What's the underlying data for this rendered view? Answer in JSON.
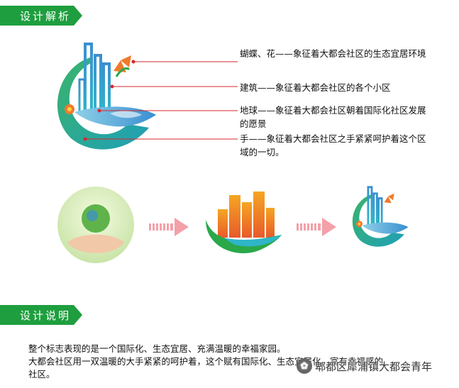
{
  "sections": {
    "analysis_title": "设计解析",
    "explanation_title": "设计说明"
  },
  "annotations": [
    {
      "text": "蝴蝶、花——象征着大都会社区的生态宜居环境"
    },
    {
      "text": "建筑——象征着大都会社区的各个小区"
    },
    {
      "text": "地球——象征着大都会社区朝着国际化社区发展的愿景"
    },
    {
      "text": "手——象征着大都会社区之手紧紧呵护着这个区域的一切。"
    }
  ],
  "description": {
    "line1": "整个标志表现的是一个国际化、生态宜居、充满温暖的幸福家园。",
    "line2": "大都会社区用一双温暖的大手紧紧的呵护着，这个赋有国际化、生态宜居化、富有幸福感的",
    "line3": "社区。"
  },
  "watermark": {
    "icon": "chat-bubble-icon",
    "text": "郫都区犀浦镇大都会青年"
  },
  "colors": {
    "section_green": "#1e9e3e",
    "logo_green": "#2aa84a",
    "logo_teal": "#2fb5c8",
    "logo_blue": "#3a8fd0",
    "building_orange": "#f07a2a",
    "arrow_pink": "#f4a0a8",
    "pointer_red": "#d9262b"
  }
}
